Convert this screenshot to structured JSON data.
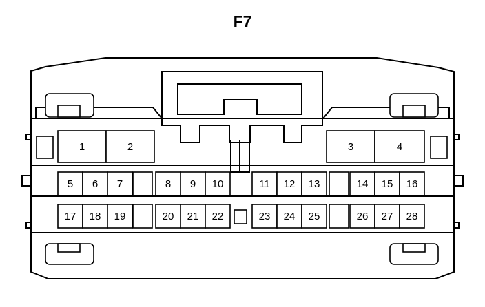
{
  "connector": {
    "title": "F7",
    "pins": [
      {
        "id": "1",
        "label": "1"
      },
      {
        "id": "2",
        "label": "2"
      },
      {
        "id": "3",
        "label": "3"
      },
      {
        "id": "4",
        "label": "4"
      },
      {
        "id": "5",
        "label": "5"
      },
      {
        "id": "6",
        "label": "6"
      },
      {
        "id": "7",
        "label": "7"
      },
      {
        "id": "8",
        "label": "8"
      },
      {
        "id": "9",
        "label": "9"
      },
      {
        "id": "10",
        "label": "10"
      },
      {
        "id": "11",
        "label": "11"
      },
      {
        "id": "12",
        "label": "12"
      },
      {
        "id": "13",
        "label": "13"
      },
      {
        "id": "14",
        "label": "14"
      },
      {
        "id": "15",
        "label": "15"
      },
      {
        "id": "16",
        "label": "16"
      },
      {
        "id": "17",
        "label": "17"
      },
      {
        "id": "18",
        "label": "18"
      },
      {
        "id": "19",
        "label": "19"
      },
      {
        "id": "20",
        "label": "20"
      },
      {
        "id": "21",
        "label": "21"
      },
      {
        "id": "22",
        "label": "22"
      },
      {
        "id": "23",
        "label": "23"
      },
      {
        "id": "24",
        "label": "24"
      },
      {
        "id": "25",
        "label": "25"
      },
      {
        "id": "26",
        "label": "26"
      },
      {
        "id": "27",
        "label": "27"
      },
      {
        "id": "28",
        "label": "28"
      }
    ]
  }
}
